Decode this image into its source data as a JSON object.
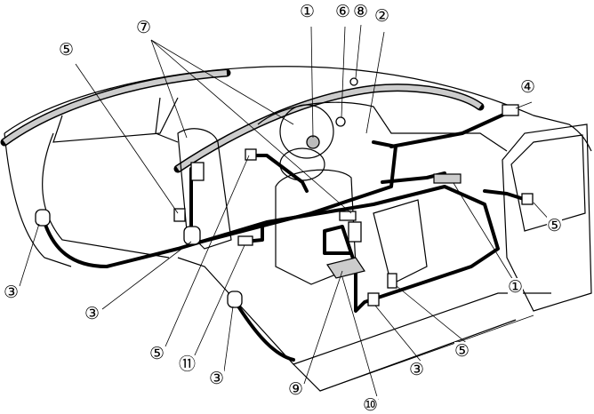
{
  "diagram": {
    "callouts": [
      {
        "id": "c1-top",
        "text": "①"
      },
      {
        "id": "c6",
        "text": "⑥"
      },
      {
        "id": "c8",
        "text": "⑧"
      },
      {
        "id": "c2",
        "text": "②"
      },
      {
        "id": "c7",
        "text": "⑦"
      },
      {
        "id": "c5-left",
        "text": "⑤"
      },
      {
        "id": "c4",
        "text": "④"
      },
      {
        "id": "c5-right",
        "text": "⑤"
      },
      {
        "id": "c1-right",
        "text": "①"
      },
      {
        "id": "c3-left",
        "text": "③"
      },
      {
        "id": "c3-mid",
        "text": "③"
      },
      {
        "id": "c5-bottom",
        "text": "⑤"
      },
      {
        "id": "c11",
        "text": "⑪"
      },
      {
        "id": "c3-bottom",
        "text": "③"
      },
      {
        "id": "c9",
        "text": "⑨"
      },
      {
        "id": "c3-seat",
        "text": "③"
      },
      {
        "id": "c5-seat",
        "text": "⑤"
      },
      {
        "id": "c10",
        "text": "⑩"
      }
    ]
  }
}
